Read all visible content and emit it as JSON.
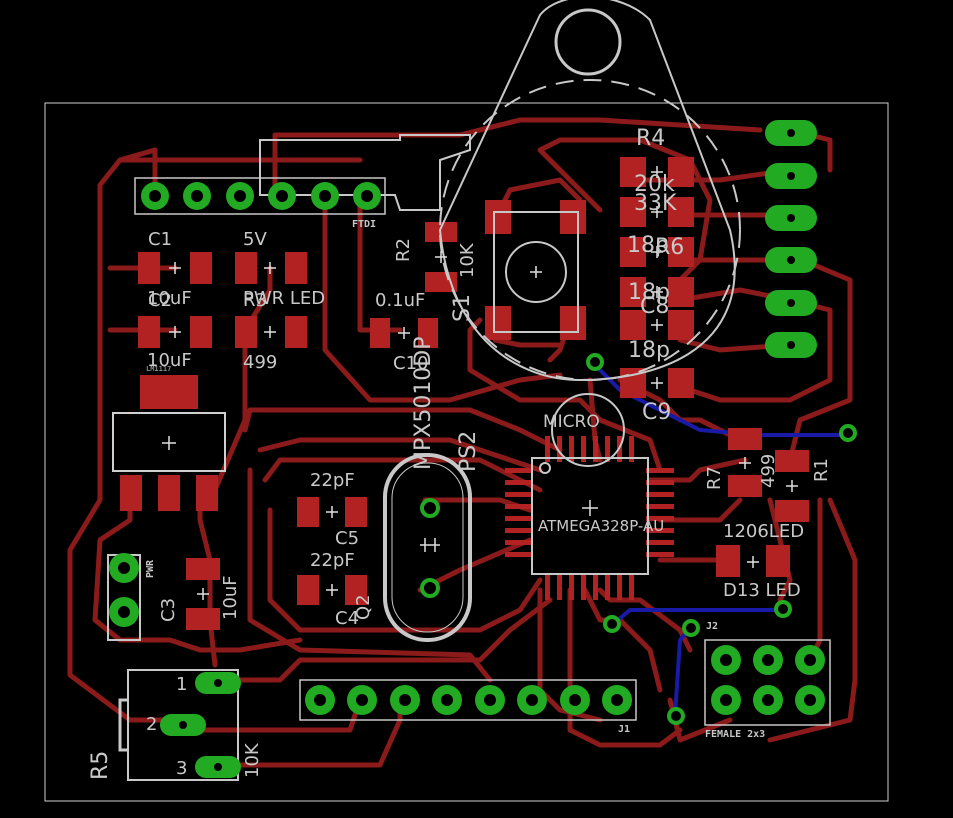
{
  "colors": {
    "background": "#000000",
    "top_copper": "#8b1a1a",
    "pad_smd": "#b22222",
    "bottom_copper": "#1a1aa8",
    "via_pad": "#22aa22",
    "silkscreen": "#c8c8c8",
    "outline": "#ffffff"
  },
  "labels": {
    "ftdi": "FTDI",
    "c1": "C1",
    "c1_val": "10uF",
    "c2": "C2",
    "c2_val": "10uF",
    "v5": "5V",
    "pwr_led": "PWR LED",
    "r3": "R3",
    "r3_val": "499",
    "r2": "R2",
    "r2_val": "10K",
    "c10_val": "0.1uF",
    "c10": "C10",
    "s1": "S1",
    "mpx": "MPX5010DP",
    "ps2": "PS2",
    "r4": "R4",
    "r4_val": "20k",
    "r6_val": "33K",
    "c6_val": "18p",
    "r6": "R6",
    "c8_val": "18p",
    "c8": "C8",
    "c9_val": "18p",
    "c9": "C9",
    "micro": "MICRO",
    "atmega": "ATMEGA328P-AU",
    "r7": "R7",
    "r7_val": "499",
    "r1": "R1",
    "led1206": "1206LED",
    "d13": "D13 LED",
    "c5_val": "22pF",
    "c5": "C5",
    "c4_val": "22pF",
    "c4": "C4",
    "q2": "Q2",
    "pwr": "PWR",
    "c3": "C3",
    "c3_val": "10uF",
    "j2": "J2",
    "female": "FEMALE 2x3",
    "j1": "J1",
    "r5": "R5",
    "r5_val": "10K",
    "pin1": "1",
    "pin2": "2",
    "pin3": "3",
    "reg_label": "LM1117"
  }
}
